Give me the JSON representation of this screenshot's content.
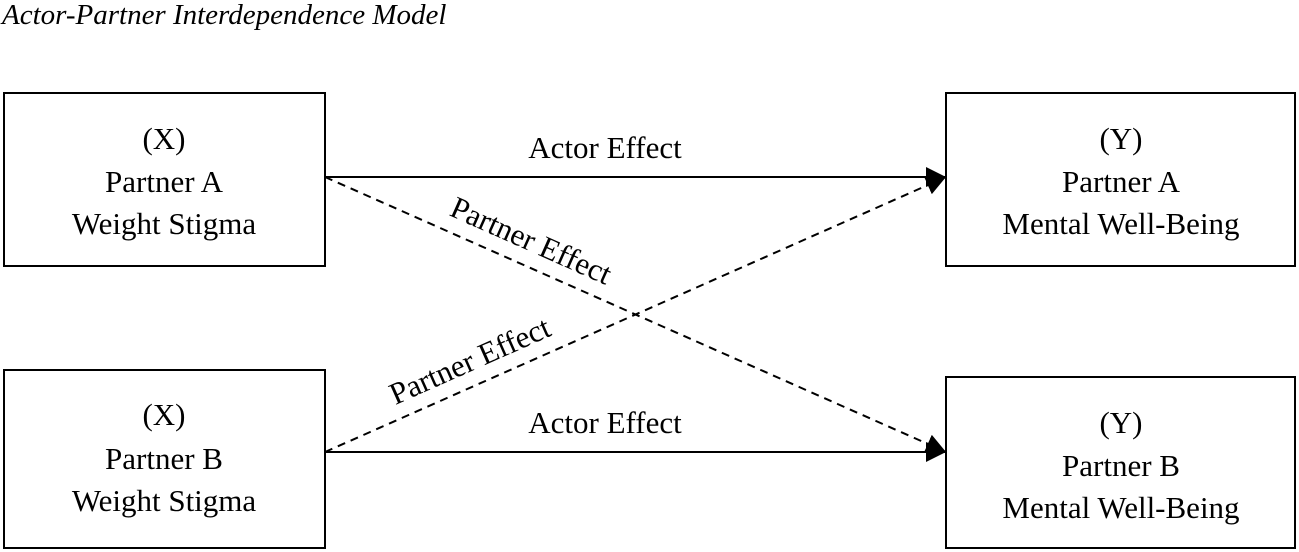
{
  "figure": {
    "title": "Actor-Partner Interdependence Model"
  },
  "nodes": {
    "x_a": {
      "variable": "(X)",
      "partner": "Partner A",
      "construct": "Weight Stigma"
    },
    "x_b": {
      "variable": "(X)",
      "partner": "Partner B",
      "construct": "Weight Stigma"
    },
    "y_a": {
      "variable": "(Y)",
      "partner": "Partner A",
      "construct": "Mental Well-Being"
    },
    "y_b": {
      "variable": "(Y)",
      "partner": "Partner B",
      "construct": "Mental Well-Being"
    }
  },
  "edges": {
    "actor_a": {
      "label": "Actor Effect",
      "style": "solid"
    },
    "actor_b": {
      "label": "Actor Effect",
      "style": "solid"
    },
    "partner_a_to_b": {
      "label": "Partner Effect",
      "style": "dashed"
    },
    "partner_b_to_a": {
      "label": "Partner Effect",
      "style": "dashed"
    }
  },
  "colors": {
    "stroke": "#000000",
    "background": "#ffffff"
  }
}
